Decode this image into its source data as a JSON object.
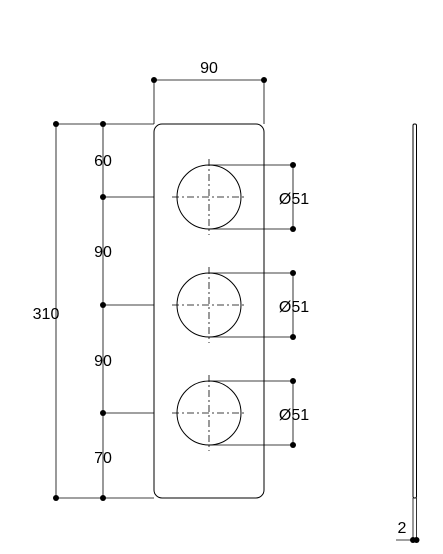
{
  "dimensions": {
    "plate_width": "90",
    "plate_height": "310",
    "offset_top": "60",
    "spacing_1": "90",
    "spacing_2": "90",
    "offset_bottom": "70",
    "hole_1_diameter": "Ø51",
    "hole_2_diameter": "Ø51",
    "hole_3_diameter": "Ø51",
    "thickness": "2"
  },
  "colors": {
    "line": "#000000",
    "background": "#ffffff"
  }
}
